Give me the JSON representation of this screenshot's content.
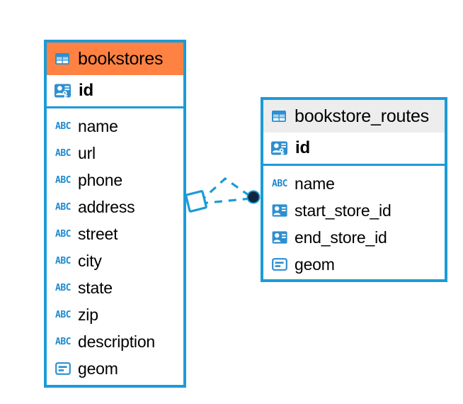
{
  "diagram": {
    "type": "entity-relationship-diagram",
    "colors": {
      "border": "#1b9bd8",
      "icon_blue": "#2d8fd0",
      "header_highlight": "#ff8243",
      "header_default": "#ededed",
      "connector": "#1b9bd8",
      "connector_endpoint": "#11263b",
      "text": "#000000",
      "background": "#ffffff"
    },
    "entities": [
      {
        "name": "bookstores",
        "header_style": "highlight",
        "header_icon": "table-icon",
        "primary_key": {
          "label": "id",
          "icon": "primary-key-icon"
        },
        "fields": [
          {
            "label": "name",
            "icon": "string-type-icon"
          },
          {
            "label": "url",
            "icon": "string-type-icon"
          },
          {
            "label": "phone",
            "icon": "string-type-icon"
          },
          {
            "label": "address",
            "icon": "string-type-icon"
          },
          {
            "label": "street",
            "icon": "string-type-icon"
          },
          {
            "label": "city",
            "icon": "string-type-icon"
          },
          {
            "label": "state",
            "icon": "string-type-icon"
          },
          {
            "label": "zip",
            "icon": "string-type-icon"
          },
          {
            "label": "description",
            "icon": "string-type-icon"
          },
          {
            "label": "geom",
            "icon": "geometry-type-icon"
          }
        ]
      },
      {
        "name": "bookstore_routes",
        "header_style": "default",
        "header_icon": "table-icon",
        "primary_key": {
          "label": "id",
          "icon": "primary-key-icon"
        },
        "fields": [
          {
            "label": "name",
            "icon": "string-type-icon"
          },
          {
            "label": "start_store_id",
            "icon": "foreign-key-icon"
          },
          {
            "label": "end_store_id",
            "icon": "foreign-key-icon"
          },
          {
            "label": "geom",
            "icon": "geometry-type-icon"
          }
        ]
      }
    ],
    "relationship": {
      "source_marker": "diamond-marker",
      "target_marker": "filled-circle-marker",
      "line_style": "dashed",
      "branch_count": 2
    }
  }
}
